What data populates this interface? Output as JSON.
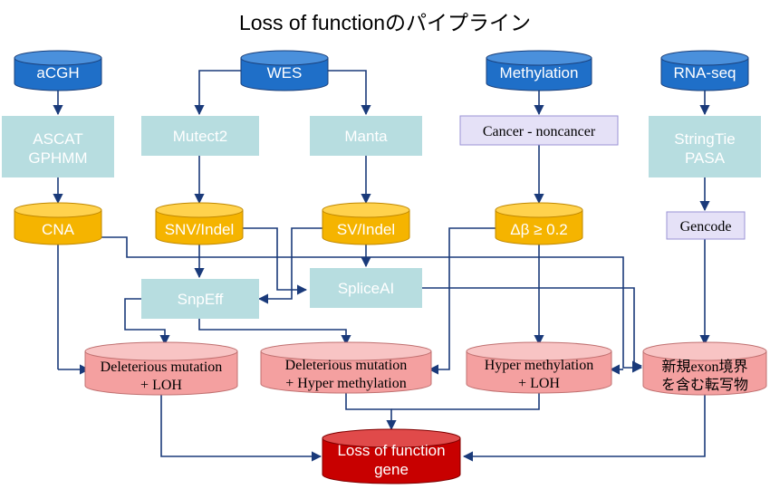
{
  "title": "Loss of functionのパイプライン",
  "colors": {
    "blue_fill": "#1f6fc8",
    "blue_top": "#4a90dc",
    "blue_edge": "#1a3f7a",
    "teal_fill": "#b7dde0",
    "teal_text": "#ffffff",
    "lavender_fill": "#e5e1f7",
    "lavender_edge": "#9a93d6",
    "gold_fill": "#f5b400",
    "gold_top": "#ffd24d",
    "gold_edge": "#c08800",
    "pink_fill": "#f4a0a0",
    "pink_top": "#f8c4c4",
    "pink_edge": "#c07070",
    "red_fill": "#c80000",
    "red_top": "#e04a4a",
    "red_edge": "#800000",
    "arrow": "#1a3a7a"
  },
  "sources": {
    "acgh": "aCGH",
    "wes": "WES",
    "methylation": "Methylation",
    "rnaseq": "RNA-seq"
  },
  "tools": {
    "ascat": [
      "ASCAT",
      "GPHMM"
    ],
    "mutect2": "Mutect2",
    "manta": "Manta",
    "cancer_noncancer": "Cancer - noncancer",
    "stringtie": [
      "StringTie",
      "PASA"
    ],
    "gencode": "Gencode",
    "snpeff": "SnpEff",
    "spliceai": "SpliceAI"
  },
  "intermediates": {
    "cna": "CNA",
    "snv": "SNV/Indel",
    "sv": "SV/Indel",
    "delta_beta": "Δβ ≥ 0.2"
  },
  "results": {
    "del_loh": [
      "Deleterious mutation",
      "+ LOH"
    ],
    "del_hyper": [
      "Deleterious mutation",
      "+ Hyper methylation"
    ],
    "hyper_loh": [
      "Hyper methylation",
      "+ LOH"
    ],
    "novel_exon": [
      "新規exon境界",
      "を含む転写物"
    ]
  },
  "final": [
    "Loss of function",
    "gene"
  ]
}
